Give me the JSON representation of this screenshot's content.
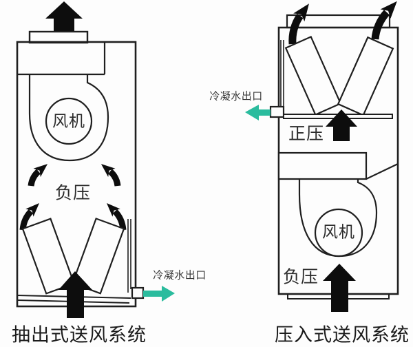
{
  "left_unit": {
    "fan_label": "风机",
    "pressure_label": "负压",
    "condensate_label": "冷凝水出口",
    "caption": "抽出式送风系统"
  },
  "right_unit": {
    "fan_label": "风机",
    "positive_pressure_label": "正压",
    "negative_pressure_label": "负压",
    "condensate_label": "冷凝水出口",
    "caption": "压入式送风系统"
  },
  "icons": {
    "airflow_arrows": "solid black arrows showing air path (inlet bottom, outlet top)",
    "suction_arrows": "curved black arrows converging toward fan inlet",
    "condensate_arrows": "teal arrows marking condensate water outlets"
  },
  "colors": {
    "line": "#1f1f1f",
    "airflow_arrow": "#0d0d0d",
    "condensate_arrow": "#2bbc9e",
    "background": "#fdfdfd",
    "text": "#2b2b2b"
  }
}
